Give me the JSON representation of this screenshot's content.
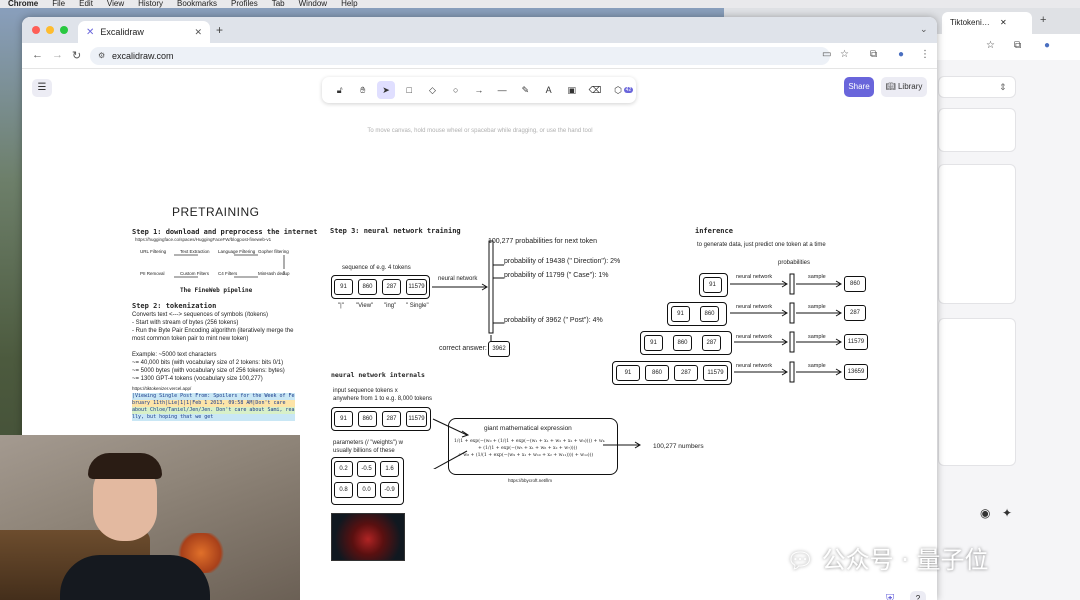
{
  "menubar": {
    "app": "Chrome",
    "items": [
      "File",
      "Edit",
      "View",
      "History",
      "Bookmarks",
      "Profiles",
      "Tab",
      "Window",
      "Help"
    ]
  },
  "side_window": {
    "tab_title": "Tiktokeni…"
  },
  "browser": {
    "tab_title": "Excalidraw",
    "url": "excalidraw.com"
  },
  "excalidraw": {
    "share_label": "Share",
    "library_label": "Library",
    "hint": "To move canvas, hold mouse wheel or spacebar while dragging, or use the hand tool",
    "badge_count": "42"
  },
  "pretraining": {
    "title": "PRETRAINING",
    "step1_title": "Step 1: download and preprocess the internet",
    "step1_url": "https://huggingface.co/spaces/HuggingFaceFW/blogpost-fineweb-v1",
    "pipeline_label": "The FineWeb pipeline",
    "pipeline_nodes": [
      "URL Filtering",
      "Text Extraction",
      "Language Filtering",
      "Gopher filtering",
      "MinHash dedup",
      "C4 Filters",
      "Custom Filters",
      "PII Removal"
    ],
    "step2_title": "Step 2: tokenization",
    "step2_lines": [
      "Converts text <---> sequences of symbols (/tokens)",
      "- Start with stream of bytes (256 tokens)",
      "- Run the Byte Pair Encoding algorithm (iteratively merge the",
      "most common token pair to mint new token)"
    ],
    "example_lines": [
      "Example: ~5000 text characters",
      "~= 40,000 bits (with vocabulary size of 2 tokens: bits 0/1)",
      "~= 5000 bytes (with vocabulary size of 256 tokens: bytes)",
      "~= 1300 GPT-4 tokens (vocabulary size 100,277)"
    ],
    "tiktoken_url": "https://tiktokenizer.vercel.app/",
    "token_lines": [
      "|Viewing Single Post From: Spoilers for the Week of Fe",
      "bruary 11th|Lie|1|1|Feb 1 2013, 09:58 AM|Don't care",
      "about Chloe/Taniel/Jen/Jen. Don't care about Sami, rea",
      "lly, but hoping that we get"
    ]
  },
  "step3": {
    "title": "Step 3: neural network training",
    "seq_label": "sequence of e.g. 4 tokens",
    "tokens": [
      "91",
      "860",
      "287",
      "11579"
    ],
    "token_words": [
      "\"|\"",
      "\"View\"",
      "\"ing\"",
      "\" Single\""
    ],
    "nn_label": "neural network",
    "probs_title": "100,277 probabilities for next token",
    "probs": [
      "probability of 19438 (\" Direction\"): 2%",
      "probability of 11799 (\" Case\"): 1%",
      "probability of 3962 (\" Post\"): 4%"
    ],
    "correct_label": "correct answer:",
    "correct_value": "3962"
  },
  "inference": {
    "title": "inference",
    "subtitle": "to generate data, just predict one token at a time",
    "probabilities_label": "probabilities",
    "nn_label": "neural network",
    "sample_label": "sample",
    "rows": [
      {
        "tokens": [
          "91"
        ],
        "result": "860"
      },
      {
        "tokens": [
          "91",
          "860"
        ],
        "result": "287"
      },
      {
        "tokens": [
          "91",
          "860",
          "287"
        ],
        "result": "11579"
      },
      {
        "tokens": [
          "91",
          "860",
          "287",
          "11579"
        ],
        "result": "13659"
      }
    ]
  },
  "internals": {
    "title": "neural network internals",
    "input_label_1": "input sequence tokens x",
    "input_label_2": "anywhere from 1 to e.g. 8,000 tokens",
    "tokens": [
      "91",
      "860",
      "287",
      "11579"
    ],
    "params_label_1": "parameters (/ \"weights\") w",
    "params_label_2": "usually billions of these",
    "params": [
      "0.2",
      "-0.5",
      "1.6",
      "0.8",
      "0.0",
      "-0.9"
    ],
    "expr_title": "giant mathematical expression",
    "expr_lines": [
      "1/(1 + exp(−(w₀ + (1/(1 + exp(−(w₁ + x₁ + w₂ + x₂ + w₃)))) + w₄",
      "+ (1/(1 + exp(−(w₅ + x₁ + w₆ + x₂ + w₇))))",
      "+ w₈ + (1/(1 + exp(−(w₉ + x₁ + w₁₀ + x₂ + w₁₁)))) + w₁₂)))"
    ],
    "expr_url": "https://bbycroft.net/llm",
    "output_label": "100,277 numbers"
  },
  "watermark": "公众号 · 量子位"
}
